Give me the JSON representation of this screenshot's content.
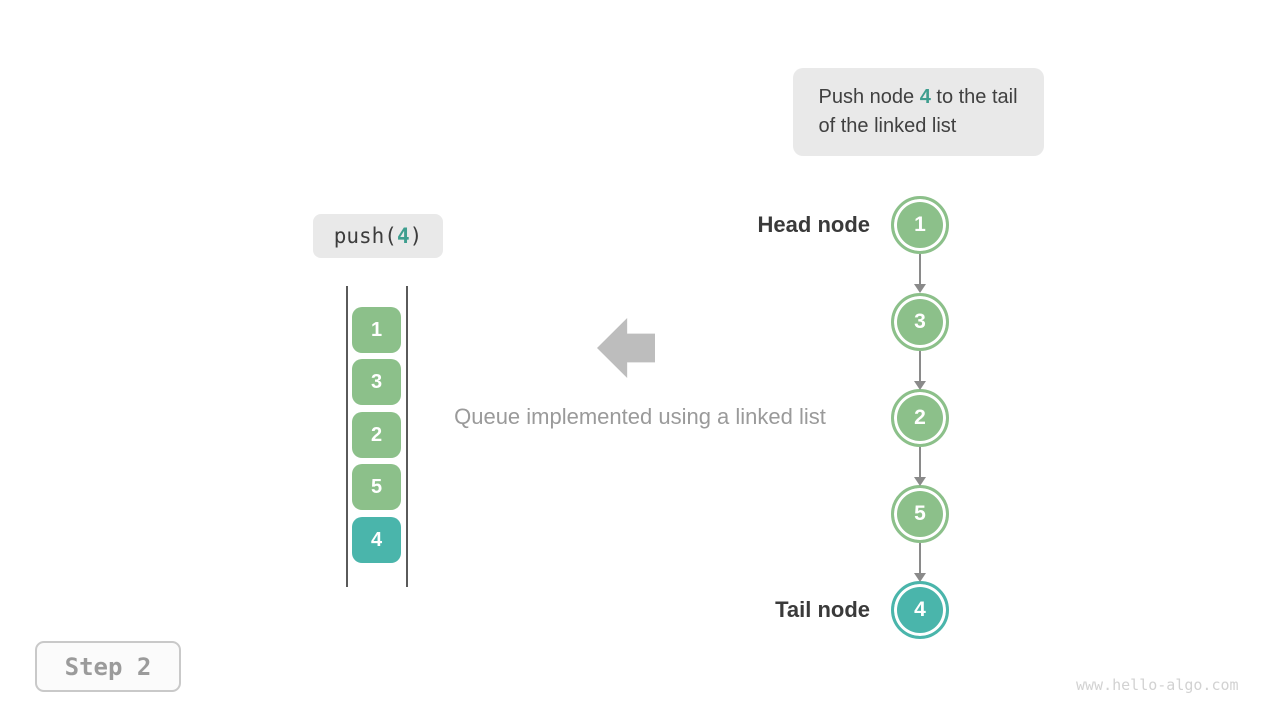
{
  "callout": {
    "text_before": "Push node ",
    "value": "4",
    "text_after": " to the tail of the linked list"
  },
  "operation": {
    "prefix": "push(",
    "value": "4",
    "suffix": ")"
  },
  "stack": {
    "items": [
      {
        "value": "1",
        "color": "green"
      },
      {
        "value": "3",
        "color": "green"
      },
      {
        "value": "2",
        "color": "green"
      },
      {
        "value": "5",
        "color": "green"
      },
      {
        "value": "4",
        "color": "teal"
      }
    ]
  },
  "caption": "Queue implemented using a linked list",
  "linked_list": {
    "head_label": "Head node",
    "tail_label": "Tail node",
    "nodes": [
      {
        "value": "1",
        "color": "green"
      },
      {
        "value": "3",
        "color": "green"
      },
      {
        "value": "2",
        "color": "green"
      },
      {
        "value": "5",
        "color": "green"
      },
      {
        "value": "4",
        "color": "teal"
      }
    ]
  },
  "step_label": "Step 2",
  "watermark": "www.hello-algo.com",
  "colors": {
    "node_green": "#8CC08A",
    "node_teal": "#4AB5AB",
    "highlight_teal": "#3E9E8F",
    "block_arrow_gray": "#BDBDBD",
    "connector_gray": "#8A8A8A",
    "callout_bg": "#E9E9E9",
    "text_dark": "#3C3C3C",
    "caption_gray": "#9A9A9A",
    "watermark_gray": "#D2D2D2"
  }
}
